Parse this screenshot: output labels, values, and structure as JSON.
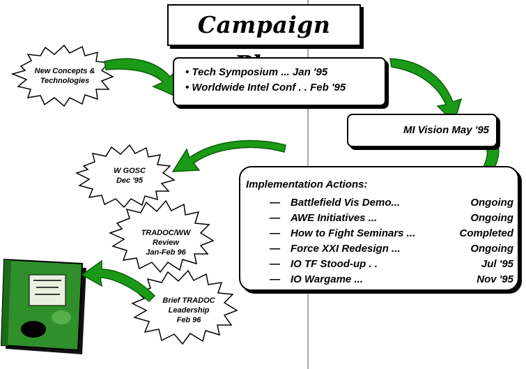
{
  "title": "Campaign Plan",
  "colors": {
    "arrow": "#1a9a16",
    "arrow_edge": "#0b5e0a",
    "book": "#2f8f2a"
  },
  "starbursts": {
    "new_concepts": "New Concepts & Technologies",
    "w_gosc_line1": "W GOSC",
    "w_gosc_line2": "Dec '95",
    "tradoc_review_line1": "TRADOC/WW",
    "tradoc_review_line2": "Review",
    "tradoc_review_line3": "Jan-Feb 96",
    "brief_line1": "Brief TRADOC",
    "brief_line2": "Leadership",
    "brief_line3": "Feb 96"
  },
  "tech_box": {
    "items": [
      "• Tech Symposium ... Jan '95",
      "• Worldwide Intel Conf . . Feb '95"
    ]
  },
  "vision_box": {
    "text": "MI Vision May '95"
  },
  "implementation": {
    "title": "Implementation Actions:",
    "rows": [
      {
        "dash": "—",
        "label": "Battlefield Vis Demo...",
        "status": "Ongoing"
      },
      {
        "dash": "—",
        "label": "AWE Initiatives ...",
        "status": "Ongoing"
      },
      {
        "dash": "—",
        "label": "How to Fight Seminars ...",
        "status": "Completed"
      },
      {
        "dash": "—",
        "label": "Force XXI Redesign ...",
        "status": "Ongoing"
      },
      {
        "dash": "—",
        "label": "IO TF Stood-up . .",
        "status": "Jul '95"
      },
      {
        "dash": "—",
        "label": "IO Wargame ...",
        "status": "Nov '95"
      }
    ]
  }
}
